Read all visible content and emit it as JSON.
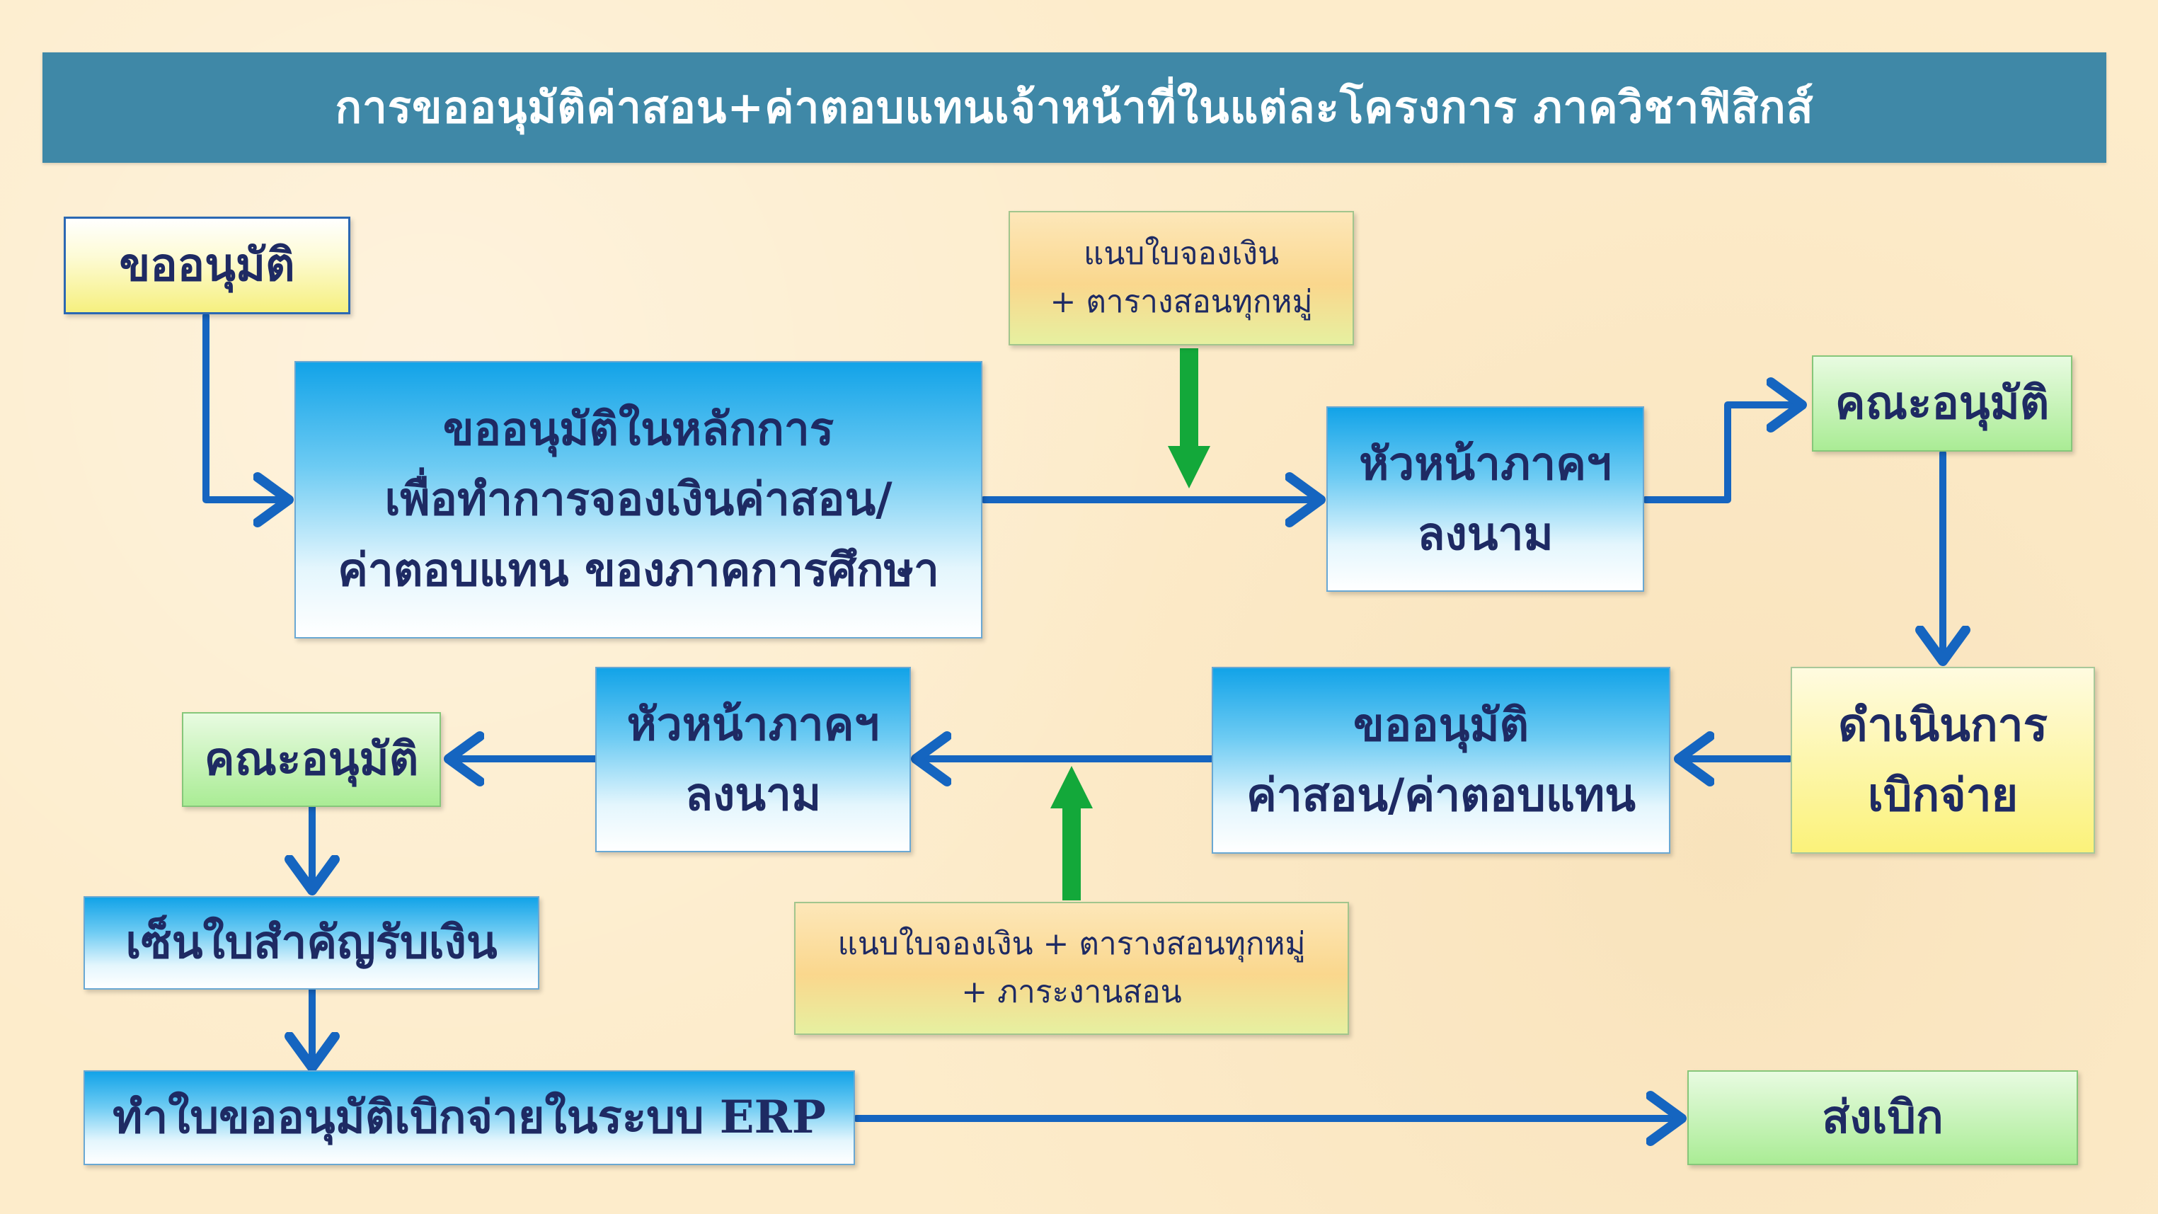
{
  "title": "การขออนุมัติค่าสอน+ค่าตอบแทนเจ้าหน้าที่ในแต่ละโครงการ ภาควิชาฟิสิกส์",
  "nodes": {
    "request": {
      "line1": "ขออนุมัติ"
    },
    "principle": {
      "line1": "ขออนุมัติในหลักการ",
      "line2": "เพื่อทำการจองเงินค่าสอน/",
      "line3": "ค่าตอบแทน ของภาคการศึกษา"
    },
    "attach_top": {
      "line1": "แนบใบจองเงิน",
      "line2": "+ ตารางสอนทุกหมู่"
    },
    "head_sign_top": {
      "line1": "หัวหน้าภาคฯ",
      "line2": "ลงนาม"
    },
    "committee_top": {
      "line1": "คณะอนุมัติ"
    },
    "disburse": {
      "line1": "ดำเนินการ",
      "line2": "เบิกจ่าย"
    },
    "request_pay": {
      "line1": "ขออนุมัติ",
      "line2": "ค่าสอน/ค่าตอบแทน"
    },
    "head_sign_mid": {
      "line1": "หัวหน้าภาคฯ",
      "line2": "ลงนาม"
    },
    "committee_mid": {
      "line1": "คณะอนุมัติ"
    },
    "attach_mid": {
      "line1": "แนบใบจองเงิน + ตารางสอนทุกหมู่",
      "line2": "+ ภาระงานสอน"
    },
    "sign_receipt": {
      "line1": "เซ็นใบสำคัญรับเงิน"
    },
    "erp": {
      "line1": "ทำใบขออนุมัติเบิกจ่ายในระบบ ERP"
    },
    "submit": {
      "line1": "ส่งเบิก"
    }
  },
  "colors": {
    "title_bar": "#3f88a7",
    "arrow_blue": "#1565c0",
    "arrow_green": "#13a83a",
    "text": "#1e2a63"
  }
}
